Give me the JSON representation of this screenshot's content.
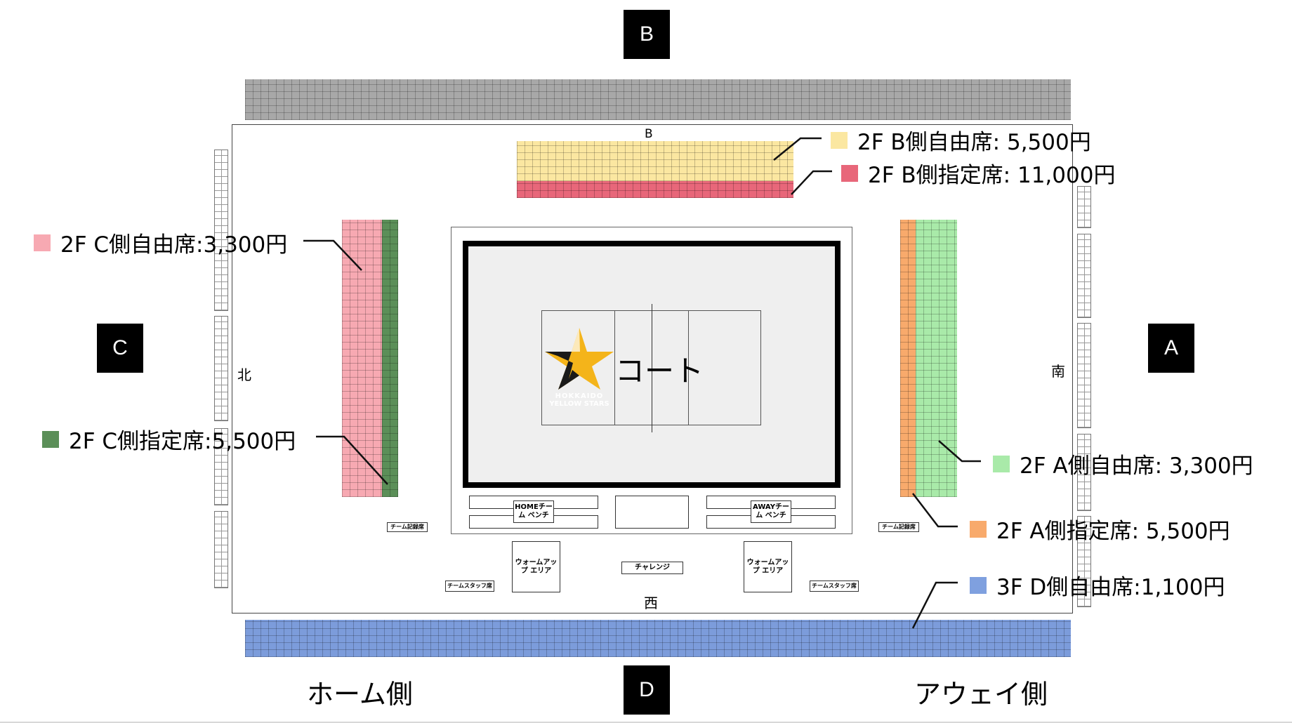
{
  "sections": {
    "top": "B",
    "bottom": "D",
    "left": "C",
    "right": "A"
  },
  "compass": {
    "north": "北",
    "south": "南",
    "west": "西",
    "inner_b": "B"
  },
  "sides": {
    "home": "ホーム側",
    "away": "アウェイ側"
  },
  "court": {
    "label": "コート",
    "logo_text_1": "HOKKAIDO",
    "logo_text_2": "YELLOW STARS"
  },
  "facilities": {
    "team_record_left": "チーム記録席",
    "team_record_right": "チーム記録席",
    "home_bench": "HOMEチーム ベンチ",
    "away_bench": "AWAYチーム ベンチ",
    "warmup_left": "ウォームアップ エリア",
    "warmup_right": "ウォームアップ エリア",
    "challenge": "チャレンジ",
    "staff_left": "チームスタッフ席",
    "staff_right": "チームスタッフ席"
  },
  "legend": {
    "b_free": {
      "label": "2F B側自由席: 5,500円",
      "color": "#FBE7A1"
    },
    "b_reserved": {
      "label": "2F B側指定席: 11,000円",
      "color": "#E8677A"
    },
    "c_free": {
      "label": "2F C側自由席:3,300円",
      "color": "#F7A9B2"
    },
    "c_reserved": {
      "label": "2F C側指定席:5,500円",
      "color": "#5B8F58"
    },
    "a_free": {
      "label": "2F A側自由席: 3,300円",
      "color": "#A9EAA9"
    },
    "a_reserved": {
      "label": "2F A側指定席: 5,500円",
      "color": "#F8AA6C"
    },
    "d_free": {
      "label": "3F D側自由席:1,100円",
      "color": "#7FA0DF"
    }
  },
  "colors": {
    "b_gallery": "#A8A8A8",
    "d_gallery": "#7C9CDB",
    "court_bg": "#EFEFEF",
    "logo_yellow": "#F4B41A"
  }
}
